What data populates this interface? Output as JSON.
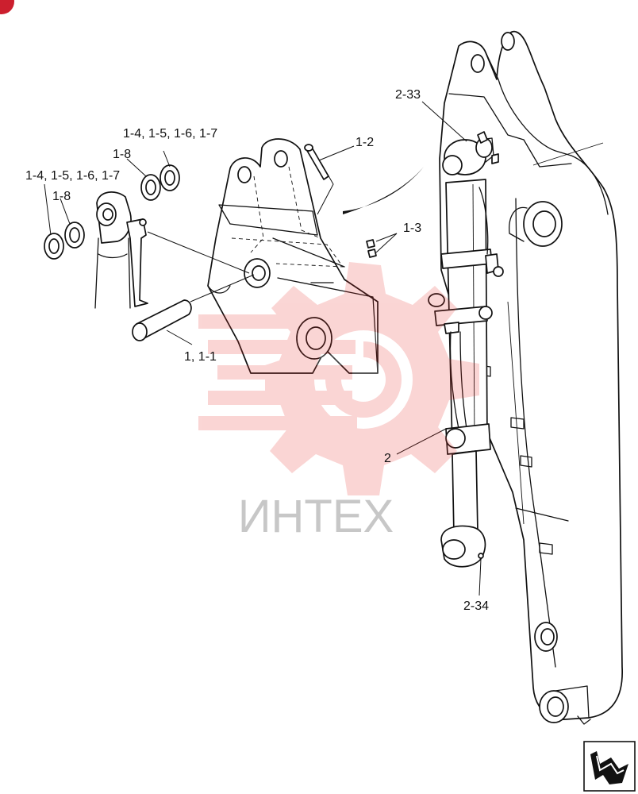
{
  "labels": {
    "washers_top": "1-4, 1-5, 1-6, 1-7",
    "washer_8_top": "1-8",
    "washers_left": "1-4, 1-5, 1-6, 1-7",
    "washer_8_left": "1-8",
    "pin_lock": "1-2",
    "bolts": "1-3",
    "pin": "1, 1-1",
    "cylinder_top": "2-33",
    "cylinder": "2",
    "cylinder_bottom": "2-34"
  },
  "watermark": {
    "text": "ИНТЕХ",
    "color": "#e8342e",
    "text_color": "#9a9a9a"
  },
  "colors": {
    "line": "#111111",
    "corner_badge": "#cc1f2e"
  },
  "icons": {
    "corner": "corner-badge-icon",
    "nav": "next-page-arrow-icon"
  }
}
